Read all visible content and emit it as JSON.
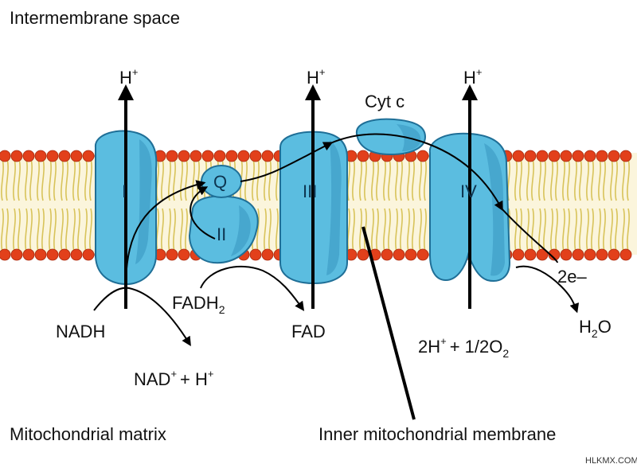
{
  "labels": {
    "intermembrane_space": "Intermembrane space",
    "mitochondrial_matrix": "Mitochondrial matrix",
    "inner_membrane": "Inner mitochondrial membrane",
    "h": "H",
    "plus": "+",
    "complex_1": "I",
    "complex_2": "II",
    "complex_3": "III",
    "complex_4": "IV",
    "q": "Q",
    "cyt_c": "Cyt c",
    "nadh": "NADH",
    "nad": "NAD",
    "plus_h": "+ H",
    "fadh": "FADH",
    "fadh_sub": "2",
    "fad": "FAD",
    "two_e": "2e–",
    "h2o_h": "H",
    "h2o_sub": "2",
    "h2o_o": "O",
    "o2_2h": "2H",
    "o2_half": "+ 1/2O",
    "o2_sub": "2"
  },
  "watermark": "HLKMX.COM",
  "colors": {
    "protein": "#5bbde0",
    "protein_shade": "#3a97c2",
    "protein_outline": "#1f6f97",
    "lipid_head": "#e2401b",
    "lipid_tail": "#d8c35a",
    "arrow": "#000000"
  }
}
